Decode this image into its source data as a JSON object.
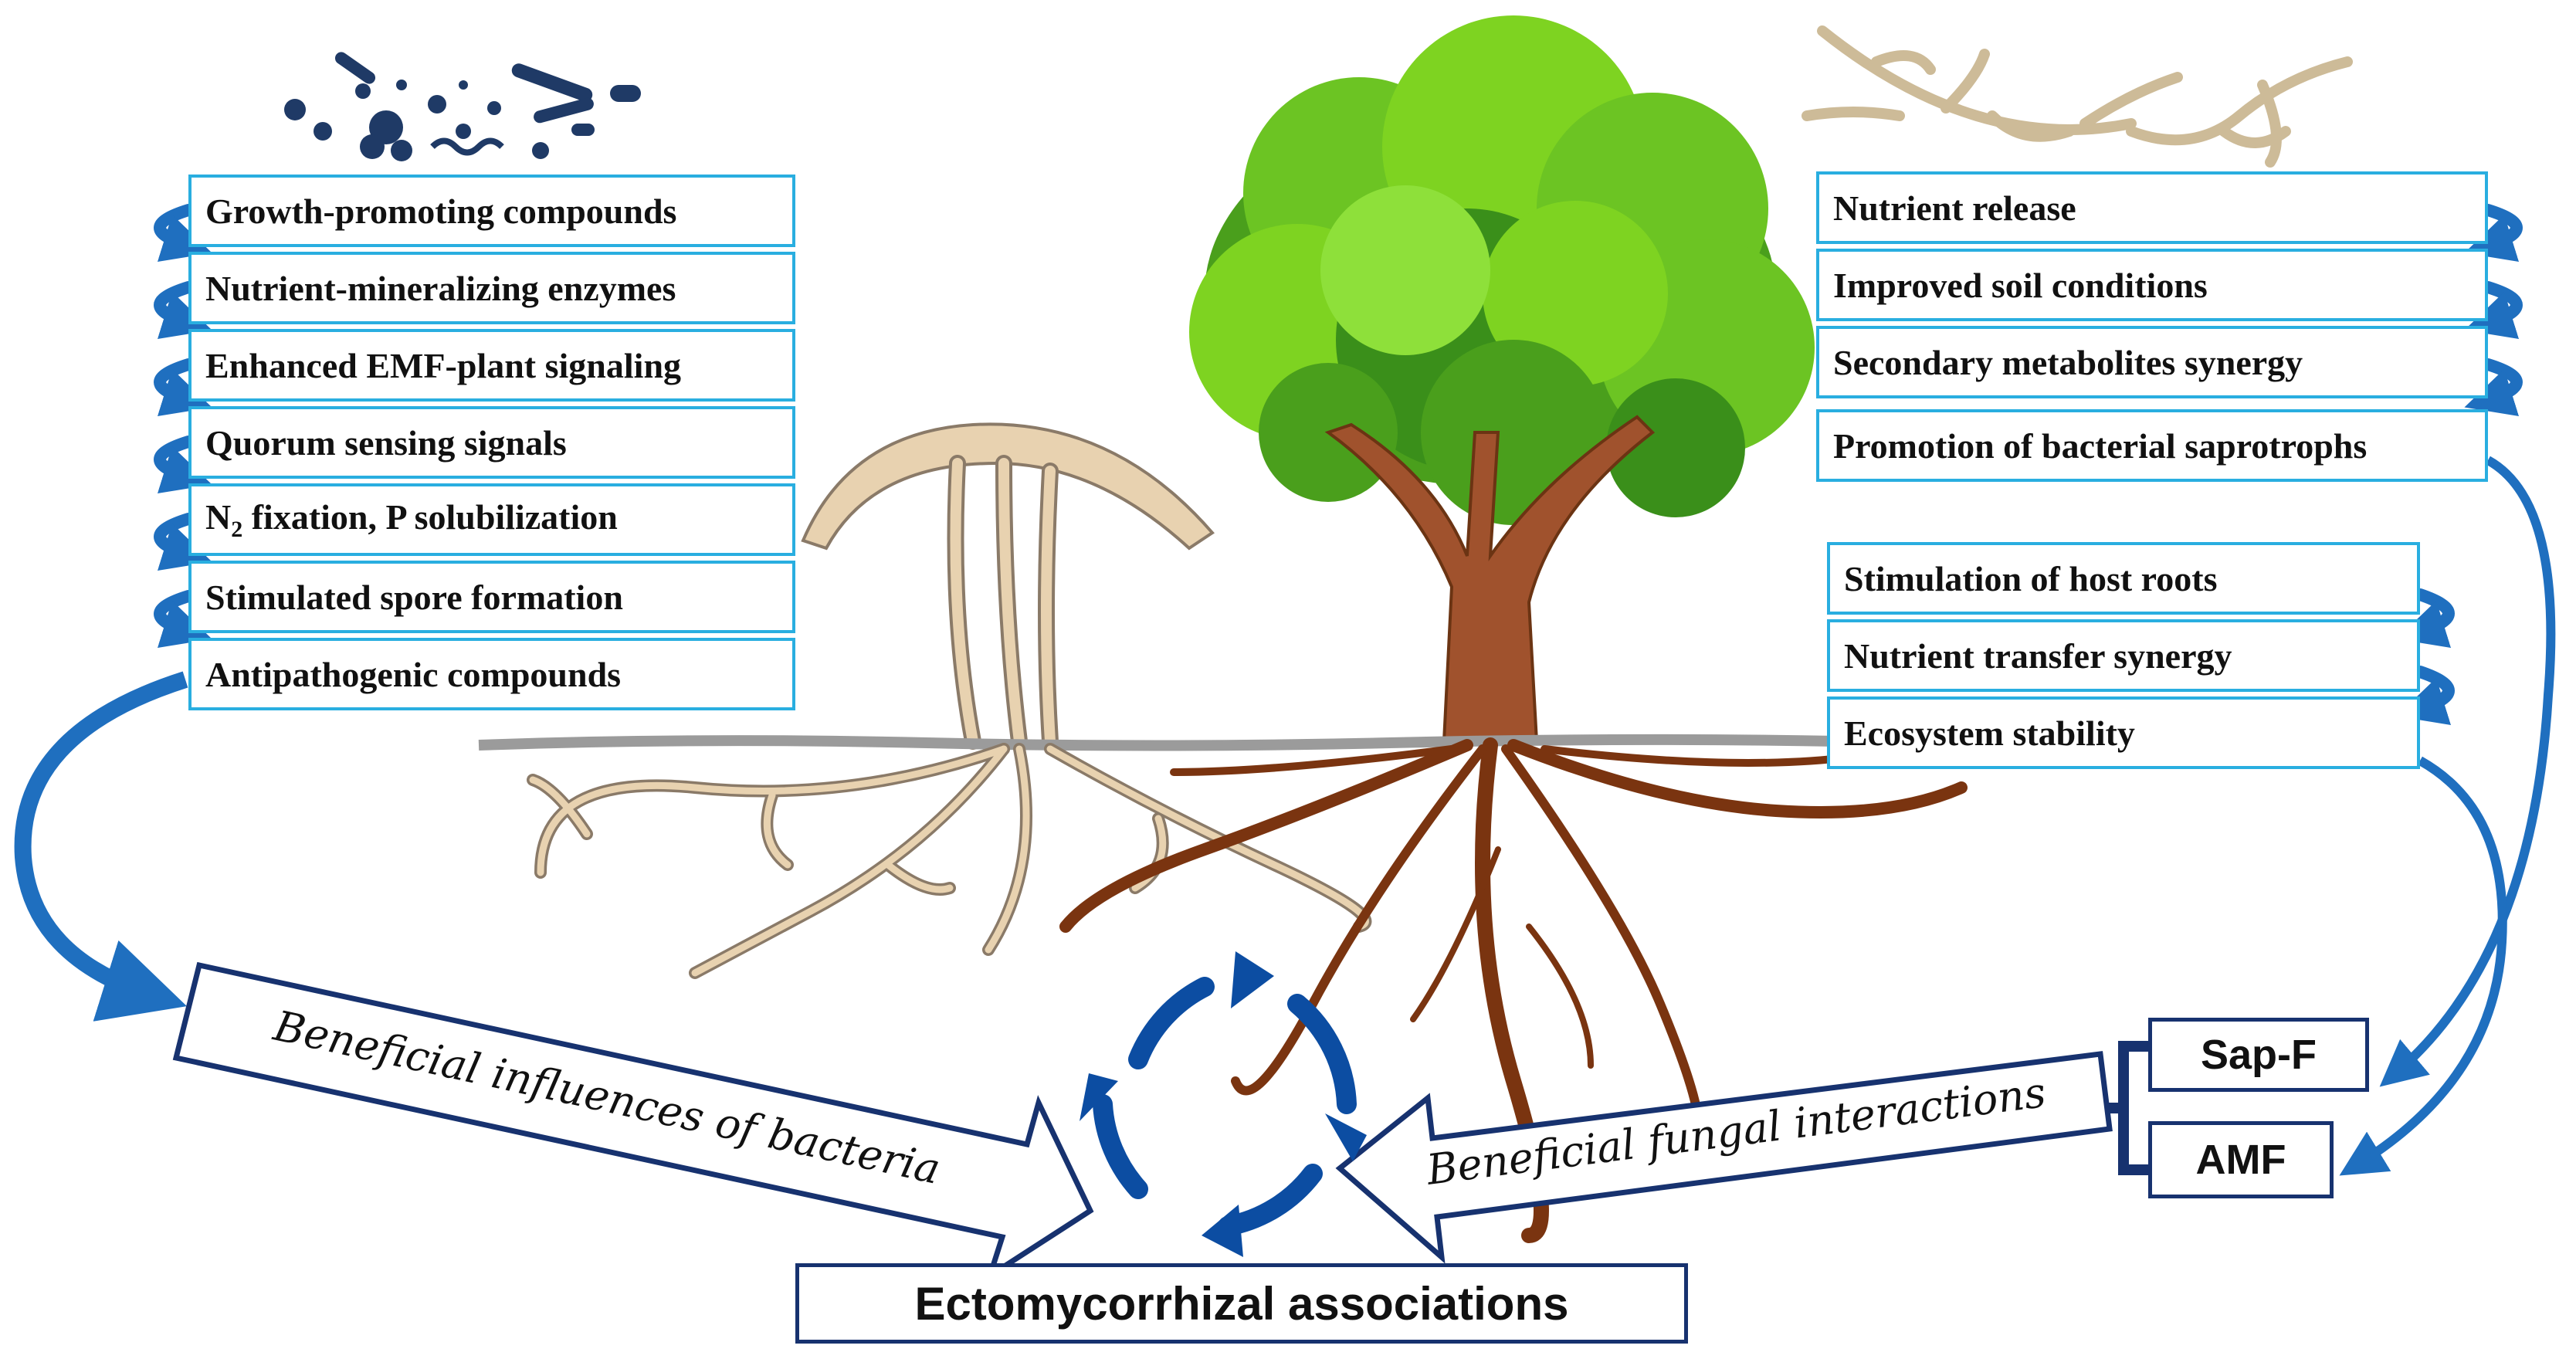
{
  "bacterial_influences": {
    "items": [
      {
        "text": "Growth-promoting compounds"
      },
      {
        "text": "Nutrient-mineralizing enzymes"
      },
      {
        "text": "Enhanced EMF-plant signaling"
      },
      {
        "text": "Quorum sensing signals"
      },
      {
        "text_pre": "N",
        "subscript": "2",
        "text_post": " fixation, P solubilization"
      },
      {
        "text": "Stimulated spore formation"
      },
      {
        "text": "Antipathogenic compounds"
      }
    ],
    "arrow_label": "Beneficial influences of bacteria"
  },
  "saprotrophic_fungi": {
    "items": [
      {
        "text": "Nutrient release"
      },
      {
        "text": "Improved soil conditions"
      },
      {
        "text": "Secondary metabolites synergy"
      },
      {
        "text": "Promotion of bacterial saprotrophs"
      }
    ],
    "label": "Sap-F"
  },
  "arbuscular_fungi": {
    "items": [
      {
        "text": "Stimulation of host roots"
      },
      {
        "text": "Nutrient transfer synergy"
      },
      {
        "text": "Ecosystem stability"
      }
    ],
    "label": "AMF"
  },
  "fungal_arrow_label": "Beneficial fungal interactions",
  "center_label": "Ectomycorrhizal associations",
  "colors": {
    "box_border": "#29aee0",
    "arrow_blue": "#1f6fbf",
    "dark_navy": "#17326f",
    "cycle_blue": "#0c4da2",
    "foliage_light": "#7ed321",
    "foliage_dark": "#3a8f1a",
    "trunk": "#a0522d",
    "root": "#7a3410",
    "hyphae": "#e8d2b0",
    "hyphae_outline": "#8a7a68",
    "ground": "#9b9b9b"
  }
}
